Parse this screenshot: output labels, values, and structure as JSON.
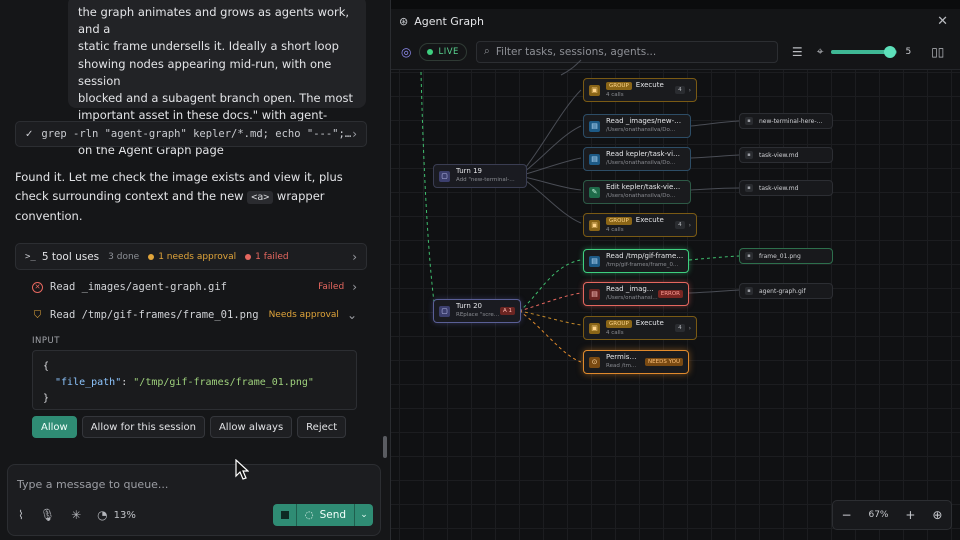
{
  "chat": {
    "bubble_lines": [
      "the graph animates and grows as agents work, and a",
      "static frame undersells it. Ideally a short loop",
      "showing nodes appearing mid-run, with one session",
      "blocked and a subagent branch open. The most",
      "important asset in these docs.\" with agent-graph.gif",
      "on the Agent Graph page"
    ],
    "command": "grep -rln \"agent-graph\" kepler/*.md; echo \"---\";…",
    "found_pre": "Found it. Let me check the image exists and view it, plus check surrounding context and the new ",
    "found_code": "<a>",
    "found_post": " wrapper convention.",
    "tool_summary": {
      "label": "5 tool uses",
      "done": "3 done",
      "approval": "1 needs approval",
      "failed": "1 failed"
    },
    "tools": [
      {
        "name": "Read _images/agent-graph.gif",
        "status": "Failed"
      },
      {
        "name": "Read /tmp/gif-frames/frame_01.png",
        "status": "Needs approval"
      }
    ],
    "input_label": "INPUT",
    "input_json": {
      "open": "{",
      "key": "\"file_path\"",
      "value": "\"/tmp/gif-frames/frame_01.png\"",
      "close": "}"
    },
    "buttons": {
      "allow": "Allow",
      "allow_session": "Allow for this session",
      "allow_always": "Allow always",
      "reject": "Reject"
    },
    "composer": {
      "placeholder": "Type a message to queue...",
      "context_pct": "13%",
      "send": "Send"
    }
  },
  "graph": {
    "title": "Agent Graph",
    "live": "LIVE",
    "search_placeholder": "Filter tasks, sessions, agents...",
    "slider_value": "5",
    "slider_fraction": 0.88,
    "zoom": "67%",
    "nodes": {
      "group1": {
        "badge": "GROUP",
        "title": "Execute",
        "sub": "4 calls",
        "count": "4"
      },
      "read1": {
        "title": "Read _images/new-…",
        "sub": "/Users/onathansilva/Do…"
      },
      "read2": {
        "title": "Read kepler/task-vi…",
        "sub": "/Users/onathansilva/Do…"
      },
      "edit1": {
        "title": "Edit kepler/task-vie…",
        "sub": "/Users/onathansilva/Do…"
      },
      "group2": {
        "badge": "GROUP",
        "title": "Execute",
        "sub": "4 calls",
        "count": "4"
      },
      "turn19": {
        "title": "Turn 19",
        "sub": "Add \"new-terminal-…"
      },
      "read3": {
        "title": "Read /tmp/gif-frame…",
        "sub": "/tmp/gif-frames/frame_0…"
      },
      "read4": {
        "title": "Read _imag…",
        "sub": "/Users/onathansi…",
        "tag": "ERROR"
      },
      "turn20": {
        "title": "Turn 20",
        "sub": "REplace \"scre…",
        "tag": "A 1"
      },
      "group3": {
        "badge": "GROUP",
        "title": "Execute",
        "sub": "4 calls",
        "count": "4"
      },
      "perm": {
        "title": "Permis…",
        "sub": "Read /tm…",
        "tag": "NEEDS YOU"
      }
    },
    "files": {
      "f1": "new-terminal-here-…",
      "f2": "task-view.md",
      "f3": "task-view.md",
      "f4": "frame_01.png",
      "f5": "agent-graph.gif"
    }
  }
}
